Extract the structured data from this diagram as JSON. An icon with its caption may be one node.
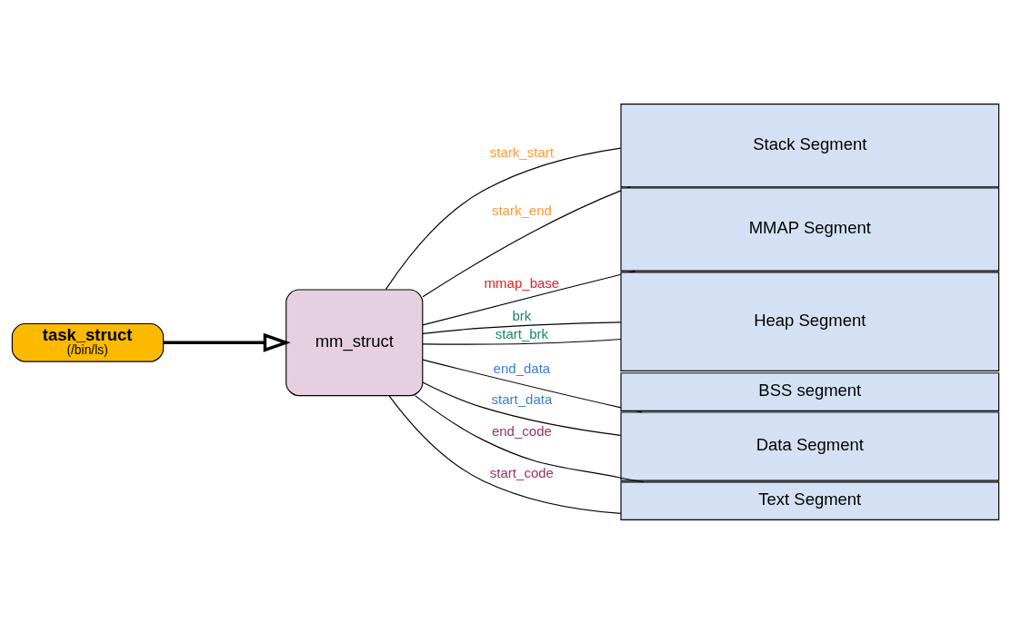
{
  "diagram": {
    "nodes": [
      {
        "text": [
          "task_struct",
          "(/bin/ls)"
        ]
      },
      {
        "text": [
          "mm_struct"
        ]
      },
      {
        "text": [
          "Stack Segment"
        ]
      },
      {
        "text": [
          "MMAP Segment"
        ]
      },
      {
        "text": [
          "Heap Segment"
        ]
      },
      {
        "text": [
          "BSS segment"
        ]
      },
      {
        "text": [
          "Data Segment"
        ]
      },
      {
        "text": [
          "Text Segment"
        ]
      }
    ],
    "edges": [
      {
        "from": 0,
        "to": 1,
        "arrow": "to",
        "style": "thick"
      },
      {
        "from": 1,
        "to": 2,
        "arrow": "none",
        "label": "stark_start"
      },
      {
        "from": 1,
        "to": 2,
        "arrow": "none",
        "label": "stark_end"
      },
      {
        "from": 1,
        "to": 3,
        "arrow": "none",
        "label": "mmap_base"
      },
      {
        "from": 1,
        "to": 4,
        "arrow": "none",
        "label": "brk"
      },
      {
        "from": 1,
        "to": 4,
        "arrow": "none",
        "label": "start_brk"
      },
      {
        "from": 1,
        "to": 6,
        "arrow": "none",
        "label": "end_data"
      },
      {
        "from": 1,
        "to": 6,
        "arrow": "none",
        "label": "start_data"
      },
      {
        "from": 1,
        "to": 7,
        "arrow": "none",
        "label": "end_code"
      },
      {
        "from": 1,
        "to": 7,
        "arrow": "none",
        "label": "start_code"
      }
    ]
  }
}
